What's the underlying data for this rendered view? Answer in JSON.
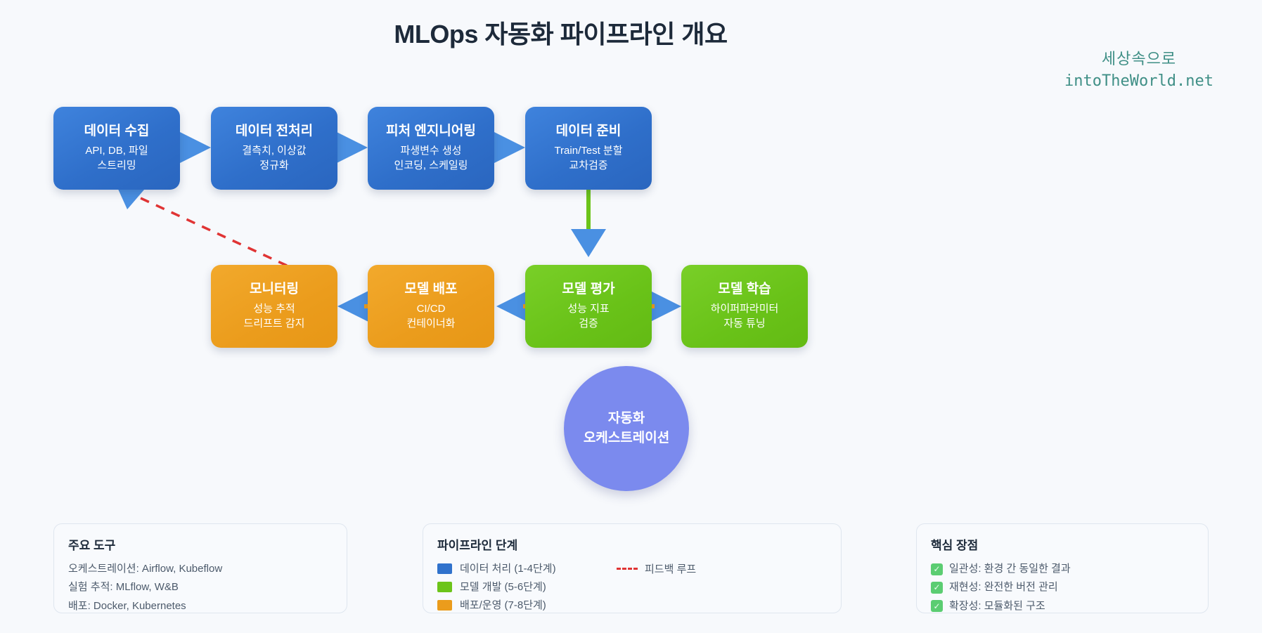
{
  "title": "MLOps 자동화 파이프라인 개요",
  "watermark": {
    "line1": "세상속으로",
    "line2": "intoTheWorld.net",
    "color": "#3f8f86"
  },
  "colors": {
    "data_blue": "#3072cc",
    "model_green": "#6cc41a",
    "deploy_orange": "#eb9c1c",
    "orchestration_purple": "#7b8aee",
    "feedback_red": "#e03434",
    "arrow_blue": "#4a90e2",
    "background": "#f7f9fc"
  },
  "nodes": [
    {
      "id": "data-collection",
      "title": "데이터 수집",
      "line1": "API, DB, 파일",
      "line2": "스트리밍",
      "color": "blue"
    },
    {
      "id": "data-preprocess",
      "title": "데이터 전처리",
      "line1": "결측치, 이상값",
      "line2": "정규화",
      "color": "blue"
    },
    {
      "id": "feature-engineering",
      "title": "피처 엔지니어링",
      "line1": "파생변수 생성",
      "line2": "인코딩, 스케일링",
      "color": "blue"
    },
    {
      "id": "data-preparation",
      "title": "데이터 준비",
      "line1": "Train/Test 분할",
      "line2": "교차검증",
      "color": "blue"
    },
    {
      "id": "monitoring",
      "title": "모니터링",
      "line1": "성능 추적",
      "line2": "드리프트 감지",
      "color": "orange"
    },
    {
      "id": "model-deploy",
      "title": "모델 배포",
      "line1": "CI/CD",
      "line2": "컨테이너화",
      "color": "orange"
    },
    {
      "id": "model-evaluation",
      "title": "모델 평가",
      "line1": "성능 지표",
      "line2": "검증",
      "color": "green"
    },
    {
      "id": "model-training",
      "title": "모델 학습",
      "line1": "하이퍼파라미터",
      "line2": "자동 튜닝",
      "color": "green"
    }
  ],
  "orchestration": {
    "line1": "자동화",
    "line2": "오케스트레이션"
  },
  "panels": {
    "tools": {
      "title": "주요 도구",
      "lines": [
        "오케스트레이션: Airflow, Kubeflow",
        "실험 추적: MLflow, W&B",
        "배포: Docker, Kubernetes"
      ]
    },
    "stages": {
      "title": "파이프라인 단계",
      "items": [
        {
          "label": "데이터 처리 (1-4단계)",
          "color": "#3072cc"
        },
        {
          "label": "모델 개발 (5-6단계)",
          "color": "#6cc41a"
        },
        {
          "label": "배포/운영 (7-8단계)",
          "color": "#eb9c1c"
        }
      ],
      "feedback_label": "피드백 루프"
    },
    "benefits": {
      "title": "핵심 장점",
      "items": [
        "일관성: 환경 간 동일한 결과",
        "재현성: 완전한 버전 관리",
        "확장성: 모듈화된 구조"
      ]
    }
  }
}
